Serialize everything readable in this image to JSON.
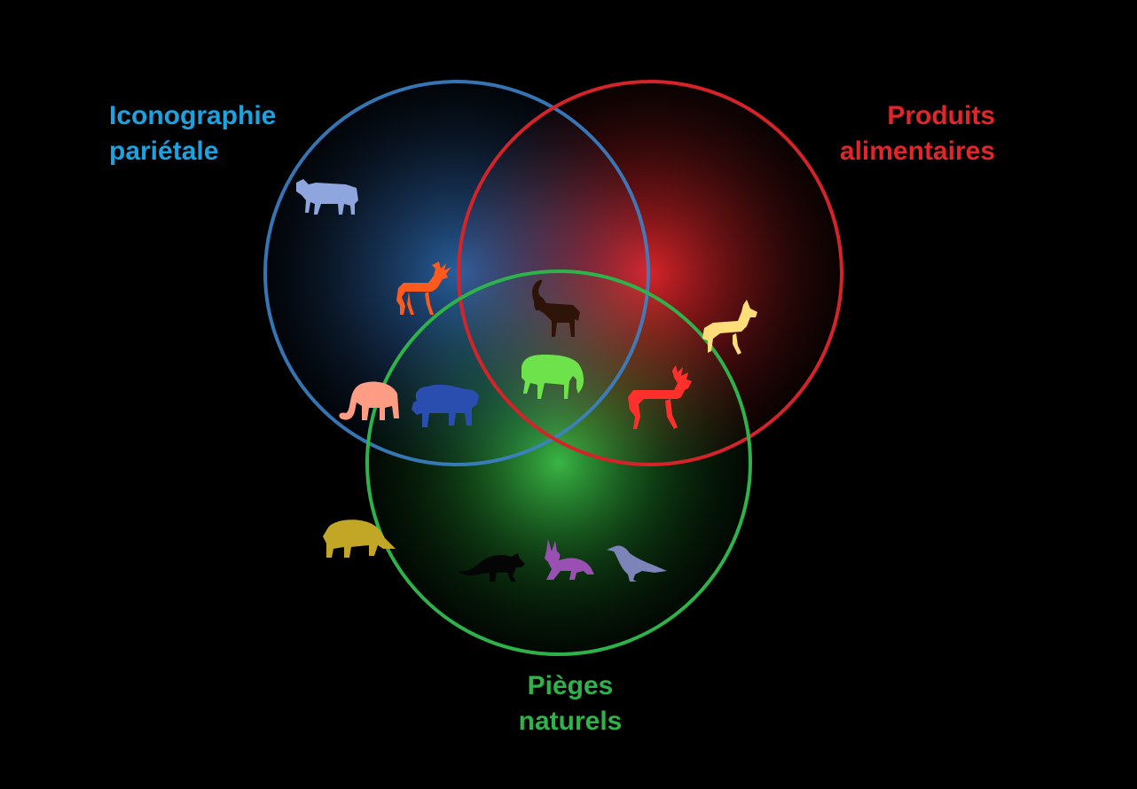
{
  "sets": [
    {
      "id": "iconographie",
      "label_lines": [
        "Iconographie",
        "pariétale"
      ],
      "color": "#3c82c8",
      "label_color": "#1aa3e0"
    },
    {
      "id": "produits",
      "label_lines": [
        "Produits",
        "alimentaires"
      ],
      "color": "#d5232a",
      "label_color": "#e0262b"
    },
    {
      "id": "pieges",
      "label_lines": [
        "Pièges",
        "naturels"
      ],
      "color": "#2db34a",
      "label_color": "#2db34a"
    }
  ],
  "animals": [
    {
      "name": "aurochs",
      "region": "iconographie",
      "color": "#8fa5de"
    },
    {
      "name": "red-deer",
      "region": "iconographie",
      "color": "#ff5a1e"
    },
    {
      "name": "mammoth",
      "region": "iconographie+pieges",
      "color": "#ff9c84"
    },
    {
      "name": "bison",
      "region": "iconographie+pieges",
      "color": "#2a4eb0"
    },
    {
      "name": "ibex",
      "region": "iconographie+produits+pieges",
      "color": "#2e1408"
    },
    {
      "name": "horse",
      "region": "iconographie+produits+pieges",
      "color": "#6de24b"
    },
    {
      "name": "reindeer",
      "region": "produits+pieges",
      "color": "#ff2f2b"
    },
    {
      "name": "saiga",
      "region": "produits",
      "color": "#ffdd78"
    },
    {
      "name": "woolly-rhinoceros",
      "region": "outside",
      "color": "#c2a625"
    },
    {
      "name": "fox",
      "region": "pieges",
      "color": "#050505"
    },
    {
      "name": "hare",
      "region": "pieges",
      "color": "#9a4fb3"
    },
    {
      "name": "raven",
      "region": "pieges",
      "color": "#7d85b8"
    }
  ]
}
